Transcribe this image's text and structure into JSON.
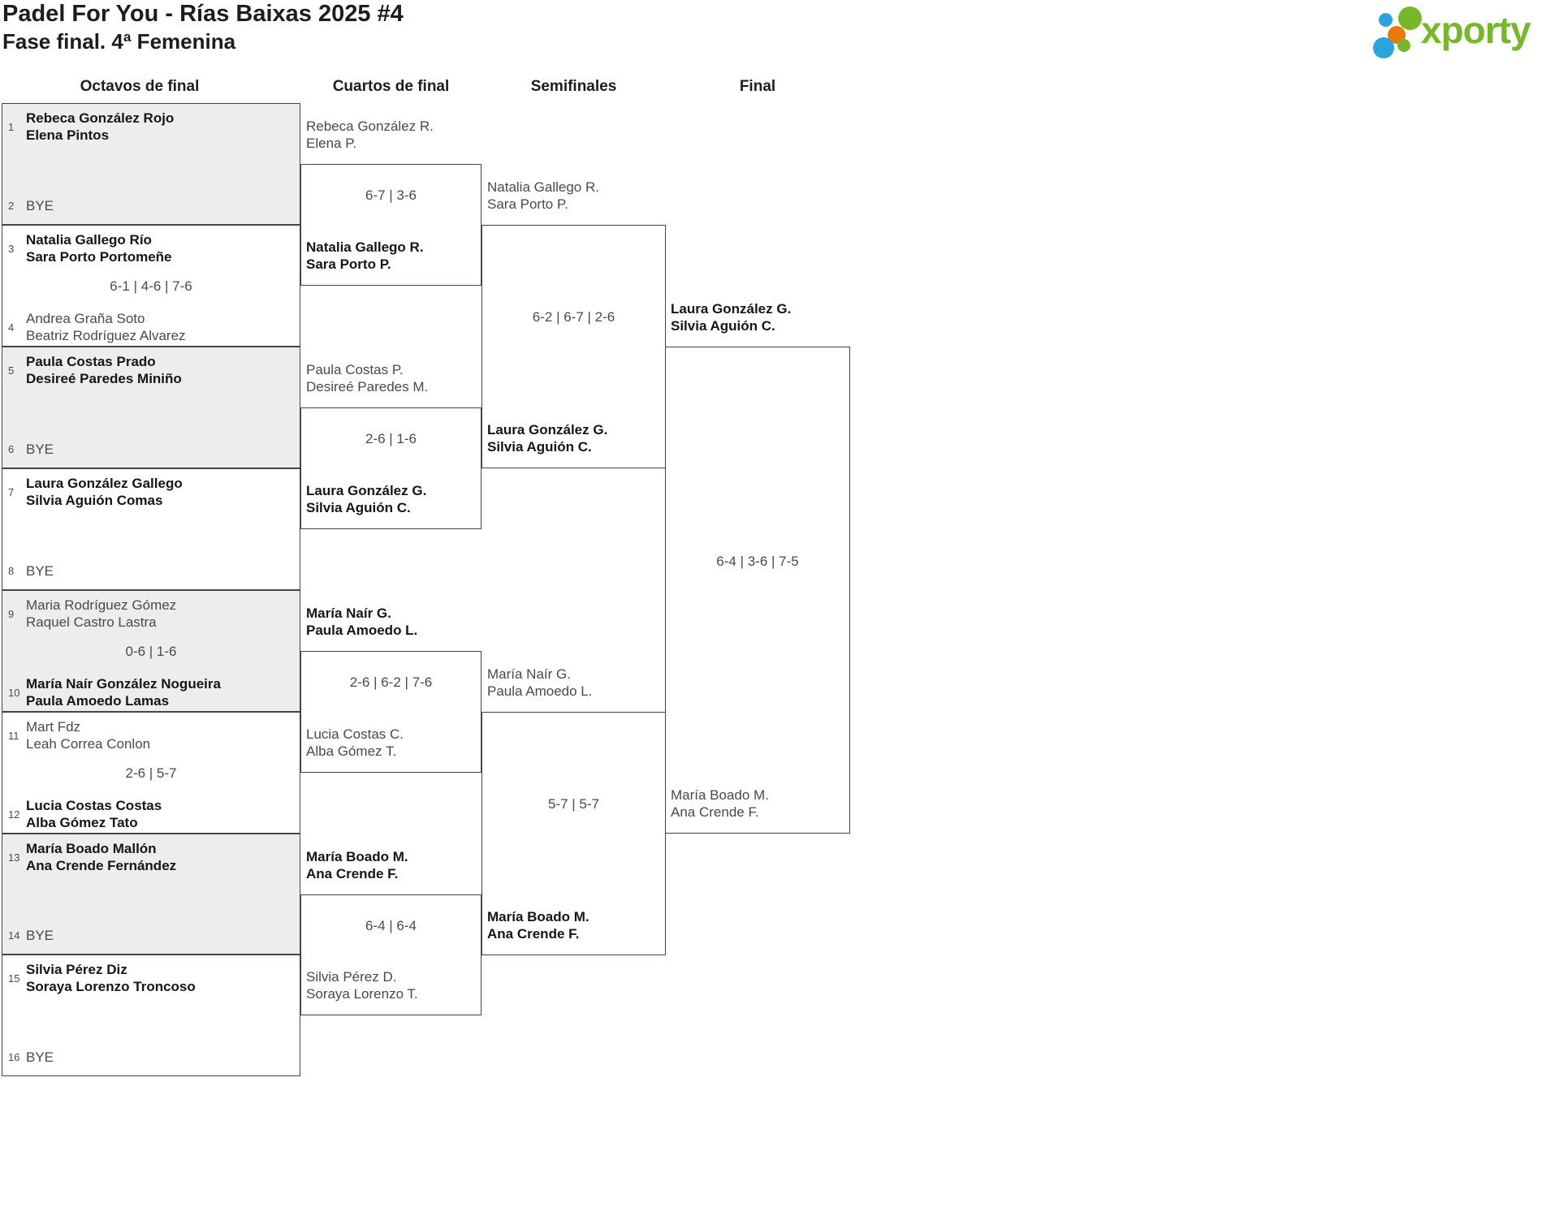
{
  "page": {
    "title": "Padel For You - Rías Baixas 2025 #4",
    "subtitle": "Fase final. 4ª Femenina"
  },
  "logo": {
    "brand": "xporty",
    "colors": {
      "green": "#76b82a",
      "blue": "#29a4dd",
      "orange": "#e8790f"
    }
  },
  "rounds": [
    {
      "label": "Octavos de final"
    },
    {
      "label": "Cuartos de final"
    },
    {
      "label": "Semifinales"
    },
    {
      "label": "Final"
    }
  ],
  "octavos": [
    {
      "seed_top": "1",
      "top": [
        "Rebeca González Rojo",
        "Elena Pintos"
      ],
      "top_bold": true,
      "score": "",
      "seed_bottom": "2",
      "bottom": [
        "BYE"
      ],
      "bottom_bold": false
    },
    {
      "seed_top": "3",
      "top": [
        "Natalia Gallego Río",
        "Sara Porto Portomeñe"
      ],
      "top_bold": true,
      "score": "6-1 | 4-6 | 7-6",
      "seed_bottom": "4",
      "bottom": [
        "Andrea Graña Soto",
        "Beatriz Rodríguez Alvarez"
      ],
      "bottom_bold": false
    },
    {
      "seed_top": "5",
      "top": [
        "Paula Costas Prado",
        "Desireé Paredes Miniño"
      ],
      "top_bold": true,
      "score": "",
      "seed_bottom": "6",
      "bottom": [
        "BYE"
      ],
      "bottom_bold": false
    },
    {
      "seed_top": "7",
      "top": [
        "Laura González Gallego",
        "Silvia Aguión Comas"
      ],
      "top_bold": true,
      "score": "",
      "seed_bottom": "8",
      "bottom": [
        "BYE"
      ],
      "bottom_bold": false
    },
    {
      "seed_top": "9",
      "top": [
        "Maria Rodríguez Gómez",
        "Raquel Castro Lastra"
      ],
      "top_bold": false,
      "score": "0-6 | 1-6",
      "seed_bottom": "10",
      "bottom": [
        "María Naír González Nogueira",
        "Paula Amoedo Lamas"
      ],
      "bottom_bold": true
    },
    {
      "seed_top": "11",
      "top": [
        "Mart Fdz",
        "Leah Correa Conlon"
      ],
      "top_bold": false,
      "score": "2-6 | 5-7",
      "seed_bottom": "12",
      "bottom": [
        "Lucia Costas Costas",
        "Alba Gómez Tato"
      ],
      "bottom_bold": true
    },
    {
      "seed_top": "13",
      "top": [
        "María Boado Mallón",
        "Ana Crende Fernández"
      ],
      "top_bold": true,
      "score": "",
      "seed_bottom": "14",
      "bottom": [
        "BYE"
      ],
      "bottom_bold": false
    },
    {
      "seed_top": "15",
      "top": [
        "Silvia Pérez Diz",
        "Soraya Lorenzo Troncoso"
      ],
      "top_bold": true,
      "score": "",
      "seed_bottom": "16",
      "bottom": [
        "BYE"
      ],
      "bottom_bold": false
    }
  ],
  "cuartos": [
    {
      "top": [
        "Rebeca González R.",
        "Elena P."
      ],
      "top_bold": false,
      "score": "6-7 | 3-6",
      "bottom": [
        "Natalia Gallego R.",
        "Sara Porto P."
      ],
      "bottom_bold": true
    },
    {
      "top": [
        "Paula Costas P.",
        "Desireé Paredes M."
      ],
      "top_bold": false,
      "score": "2-6 | 1-6",
      "bottom": [
        "Laura González G.",
        "Silvia Aguión C."
      ],
      "bottom_bold": true
    },
    {
      "top": [
        "María Naír G.",
        "Paula Amoedo L."
      ],
      "top_bold": true,
      "score": "2-6 | 6-2 | 7-6",
      "bottom": [
        "Lucia Costas C.",
        "Alba Gómez T."
      ],
      "bottom_bold": false
    },
    {
      "top": [
        "María Boado M.",
        "Ana Crende F."
      ],
      "top_bold": true,
      "score": "6-4 | 6-4",
      "bottom": [
        "Silvia Pérez D.",
        "Soraya Lorenzo T."
      ],
      "bottom_bold": false
    }
  ],
  "semifinales": [
    {
      "top": [
        "Natalia Gallego R.",
        "Sara Porto P."
      ],
      "top_bold": false,
      "score": "6-2 | 6-7 | 2-6",
      "bottom": [
        "Laura González G.",
        "Silvia Aguión C."
      ],
      "bottom_bold": true
    },
    {
      "top": [
        "María Naír G.",
        "Paula Amoedo L."
      ],
      "top_bold": false,
      "score": "5-7 | 5-7",
      "bottom": [
        "María Boado M.",
        "Ana Crende F."
      ],
      "bottom_bold": true
    }
  ],
  "final": {
    "top": [
      "Laura González G.",
      "Silvia Aguión C."
    ],
    "top_bold": true,
    "score": "6-4 | 3-6 | 7-5",
    "bottom": [
      "María Boado M.",
      "Ana Crende F."
    ],
    "bottom_bold": false
  }
}
